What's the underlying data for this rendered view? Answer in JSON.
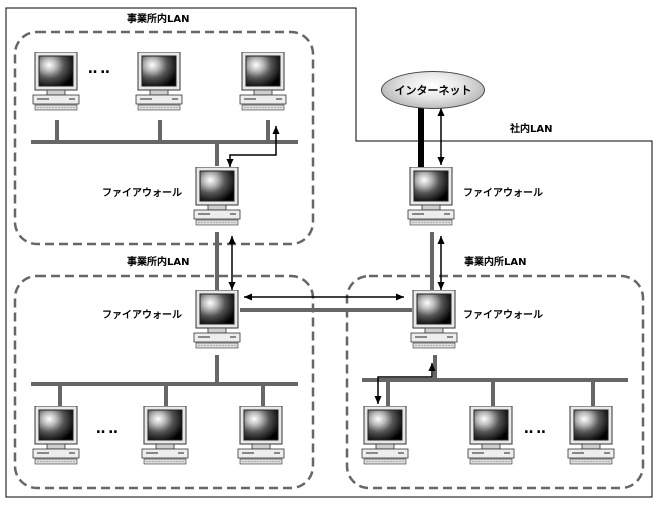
{
  "labels": {
    "office_lan_top": "事業所内LAN",
    "office_lan_left": "事業所内LAN",
    "office_lan_right": "事業内所LAN",
    "corporate_lan": "社内LAN",
    "internet": "インターネット",
    "firewall": "ファイアウォール",
    "ellipsis": "‥‥"
  },
  "colors": {
    "line": "#666666",
    "dash": "#666666",
    "frame": "#000000",
    "cloud_border": "#444444"
  }
}
